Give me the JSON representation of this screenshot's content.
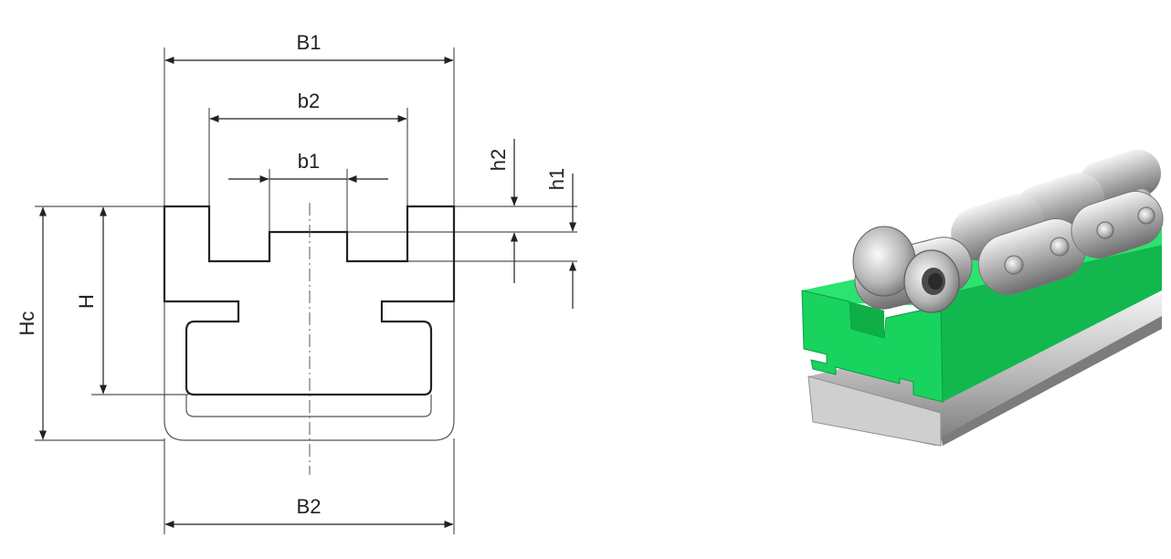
{
  "diagram": {
    "labels": {
      "B1": "B1",
      "b2": "b2",
      "b1": "b1",
      "h2": "h2",
      "h1": "h1",
      "H": "H",
      "Hc": "Hc",
      "B2": "B2"
    }
  },
  "photo": {
    "subject": "chain-guide-rail-photo",
    "colors": {
      "guide_green": "#19d35f",
      "guide_dark": "#0fae47",
      "steel_light": "#d9d9d9",
      "steel_dark": "#8e8e8e"
    }
  }
}
